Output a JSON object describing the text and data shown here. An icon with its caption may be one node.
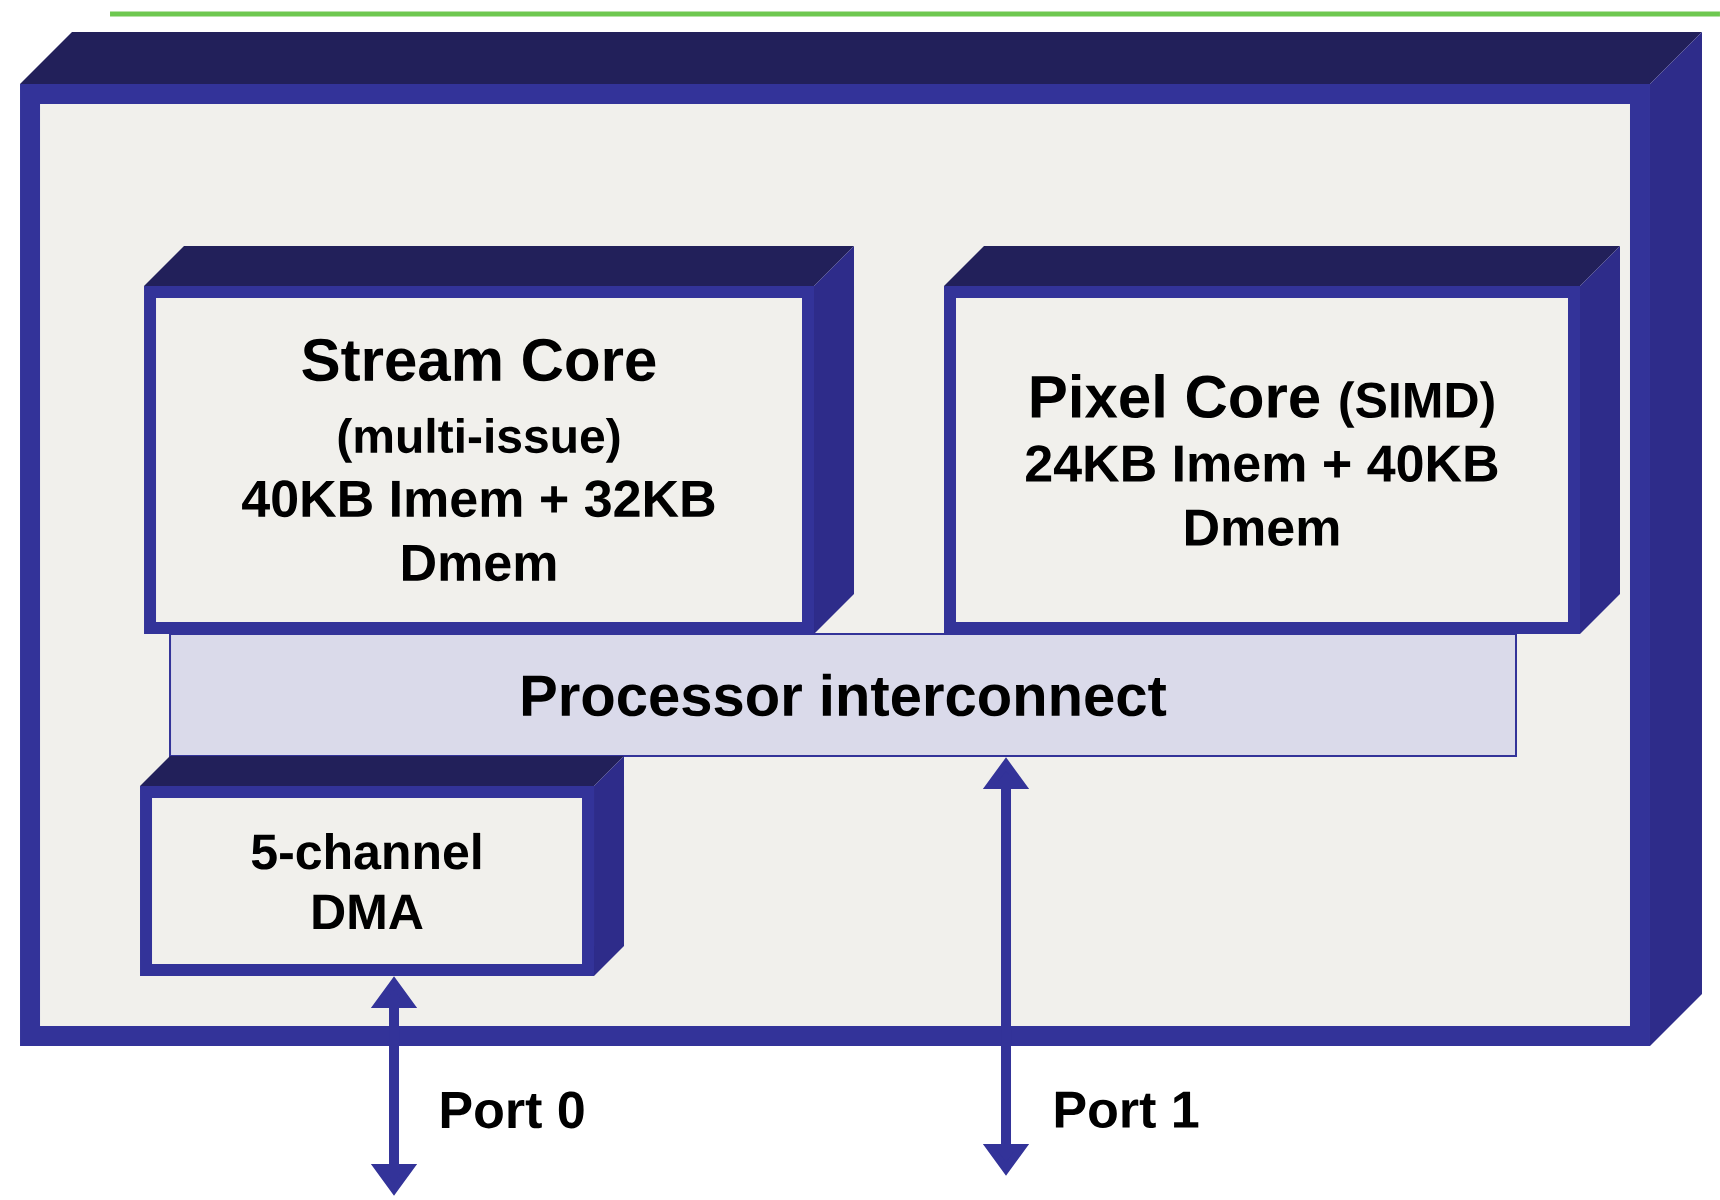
{
  "diagram": {
    "nodes": [
      {
        "text": [],
        "shape": "box"
      },
      {
        "text": [
          "Stream Core",
          "(multi-issue)",
          "40KB Imem + 32KB Dmem"
        ],
        "in": 0
      },
      {
        "text": [
          "Pixel Core",
          "(SIMD)",
          "24KB Imem + 40KB Dmem"
        ],
        "in": 0
      },
      {
        "text": [
          "Processor interconnect"
        ],
        "in": 0
      },
      {
        "text": [
          "5-channel DMA"
        ],
        "in": 0
      }
    ],
    "edges": [
      {
        "from": 4,
        "to": null,
        "arrow": "both",
        "label": "Port 0"
      },
      {
        "from": 3,
        "to": null,
        "arrow": "both",
        "label": "Port 1"
      }
    ]
  }
}
